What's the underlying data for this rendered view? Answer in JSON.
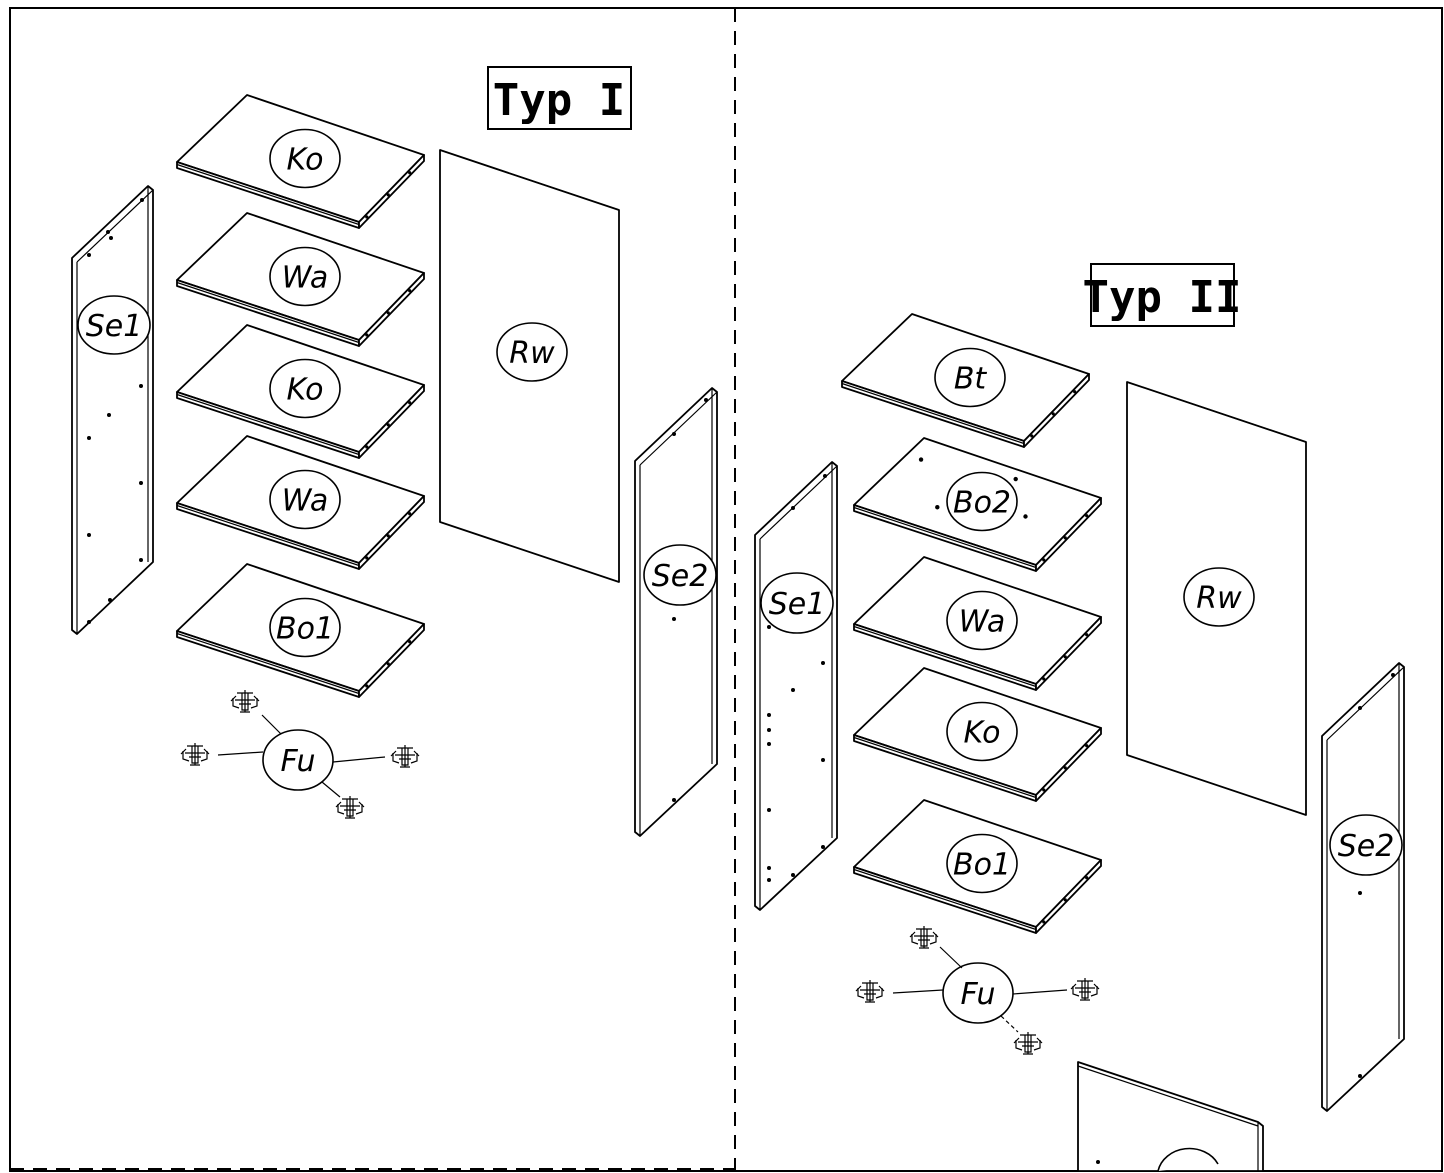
{
  "panels": [
    {
      "id": "typ1",
      "title": "Typ I",
      "parts": {
        "shelves": [
          "Ko",
          "Wa",
          "Ko",
          "Wa",
          "Bo1"
        ],
        "back_panel": "Rw",
        "left_side": "Se1",
        "right_side": "Se2",
        "feet": "Fu"
      }
    },
    {
      "id": "typ2",
      "title": "Typ II",
      "parts": {
        "shelves": [
          "Bt",
          "Bo2",
          "Wa",
          "Ko",
          "Bo1"
        ],
        "back_panel": "Rw",
        "left_side": "Se1",
        "right_side": "Se2",
        "feet": "Fu"
      }
    }
  ],
  "colors": {
    "line": "#000000",
    "background": "#ffffff"
  }
}
